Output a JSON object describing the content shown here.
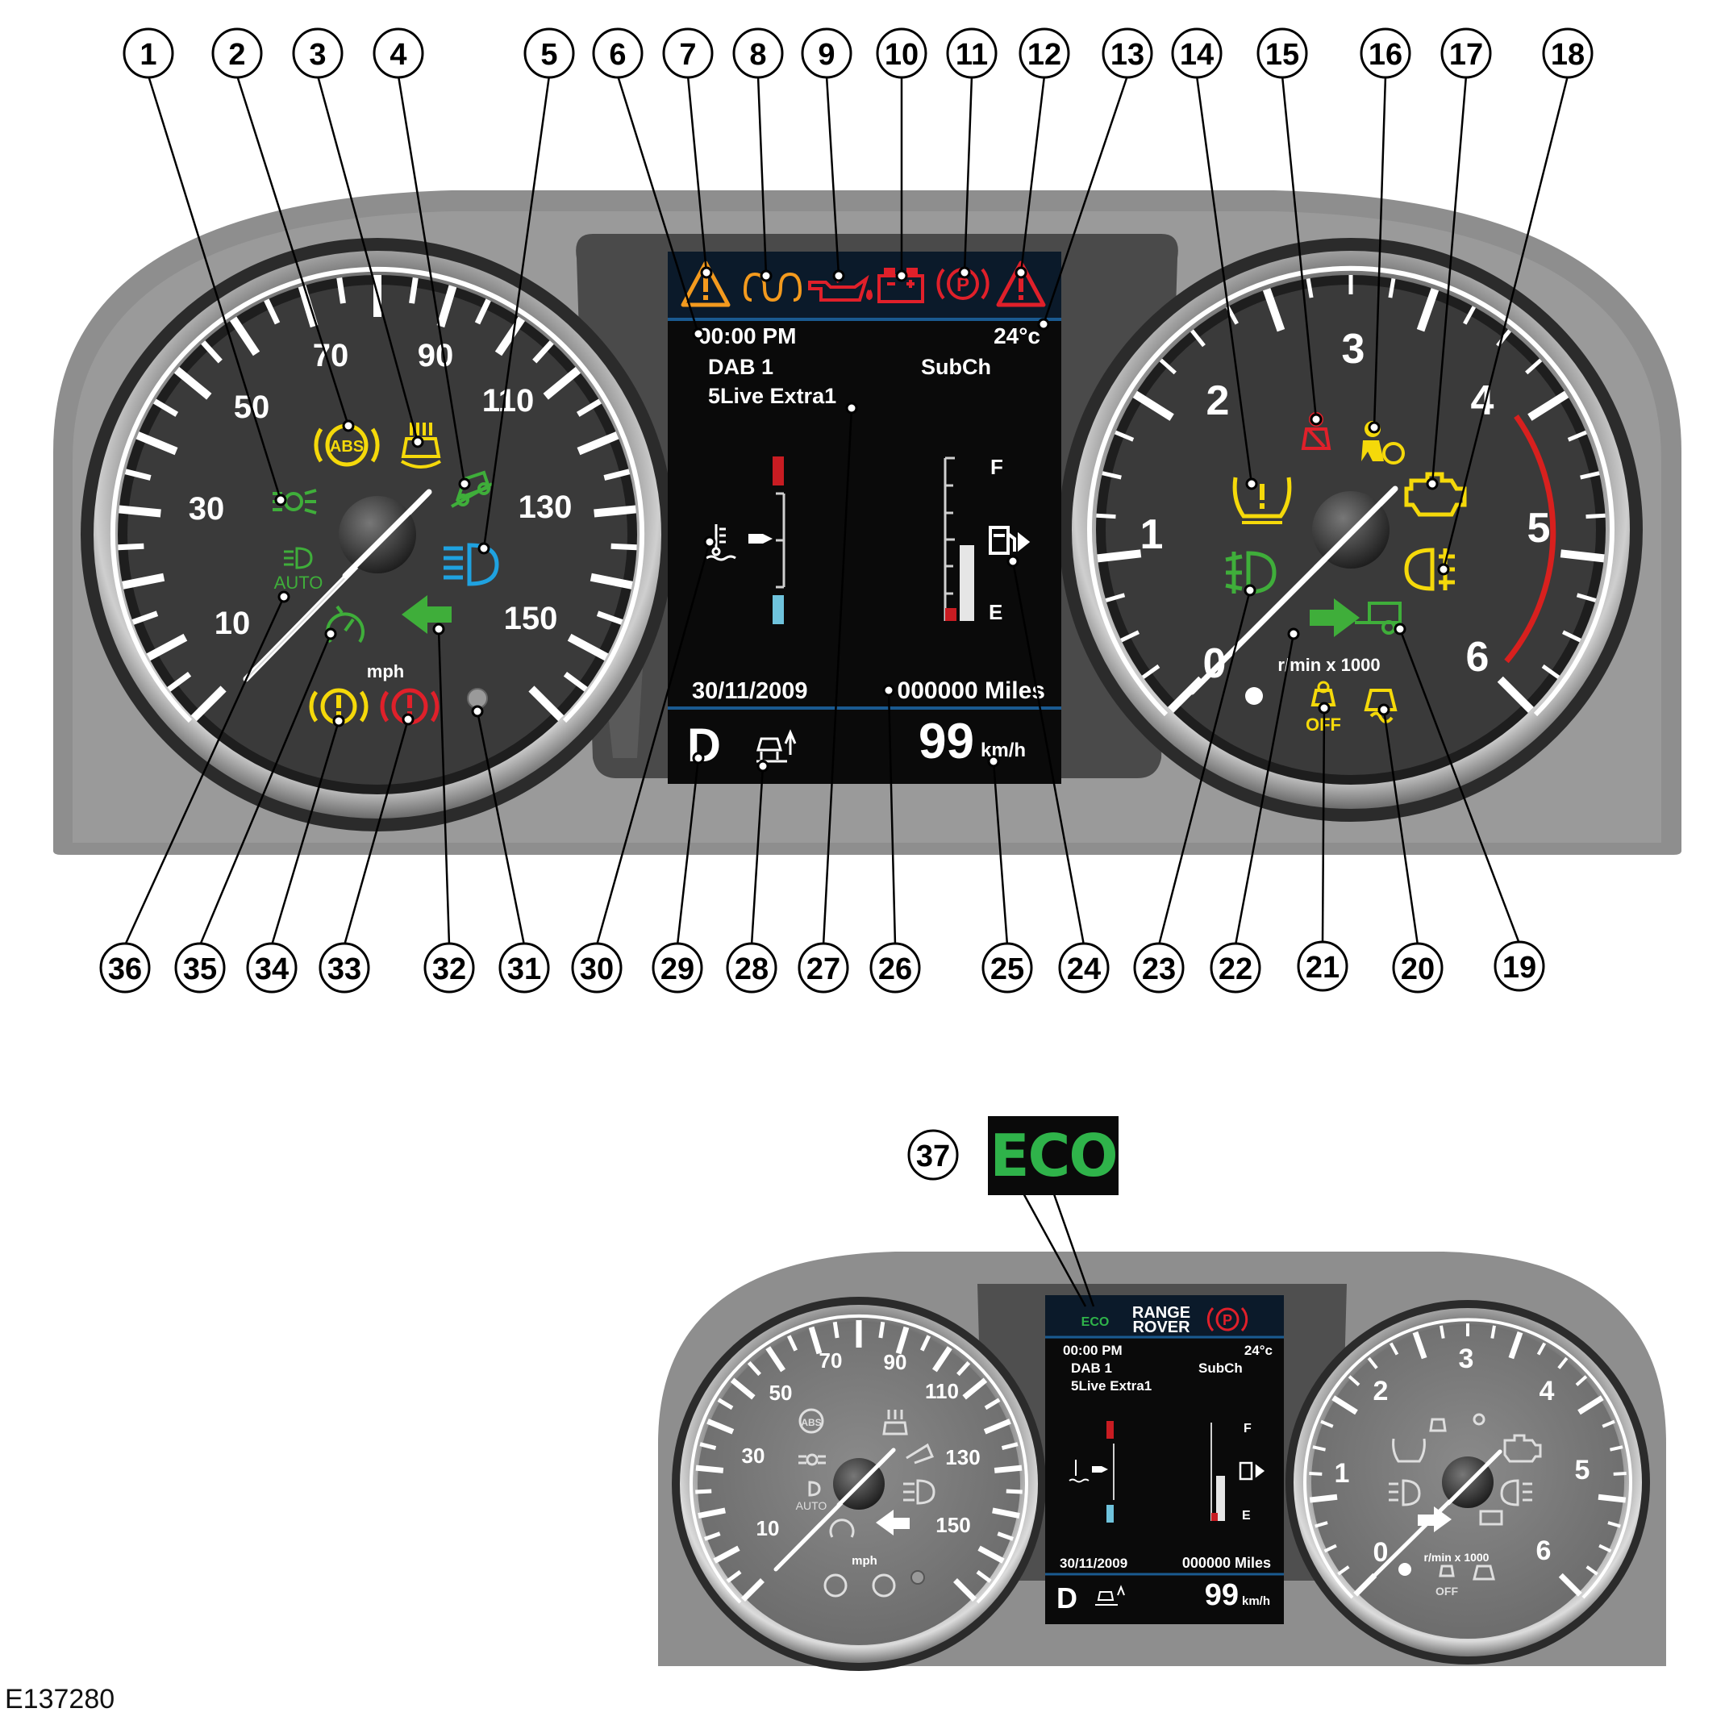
{
  "figure_code": "E137280",
  "callouts": [
    "1",
    "2",
    "3",
    "4",
    "5",
    "6",
    "7",
    "8",
    "9",
    "10",
    "11",
    "12",
    "13",
    "14",
    "15",
    "16",
    "17",
    "18",
    "19",
    "20",
    "21",
    "22",
    "23",
    "24",
    "25",
    "26",
    "27",
    "28",
    "29",
    "30",
    "31",
    "32",
    "33",
    "34",
    "35",
    "36",
    "37"
  ],
  "eco": {
    "badge_label": "ECO",
    "small_label": "ECO"
  },
  "brand": {
    "line1": "RANGE",
    "line2": "ROVER"
  },
  "speedometer": {
    "scale_labels": [
      "10",
      "30",
      "50",
      "70",
      "90",
      "110",
      "130",
      "150"
    ],
    "unit": "mph",
    "lamp_texts": {
      "abs": "ABS",
      "auto": "AUTO"
    }
  },
  "tachometer": {
    "scale_labels": [
      "0",
      "1",
      "2",
      "3",
      "4",
      "5",
      "6"
    ],
    "unit": "r/min x 1000",
    "lamp_texts": {
      "off": "OFF"
    }
  },
  "display": {
    "time": "00:00 PM",
    "temperature": "24°c",
    "station": "DAB 1",
    "subchannel": "SubCh",
    "program": "5Live Extra1",
    "fuel_full": "F",
    "fuel_empty": "E",
    "date": "30/11/2009",
    "odometer": "000000 Miles",
    "gear": "D",
    "speed": "99",
    "speed_unit": "km/h"
  },
  "colors": {
    "amber": "#f39a1e",
    "red": "#e0202a",
    "yellow": "#f5d90a",
    "green": "#3fae3a",
    "blue": "#1fa2e0",
    "dial_face": "#3b3b3b",
    "housing": "#8c8c8c"
  }
}
